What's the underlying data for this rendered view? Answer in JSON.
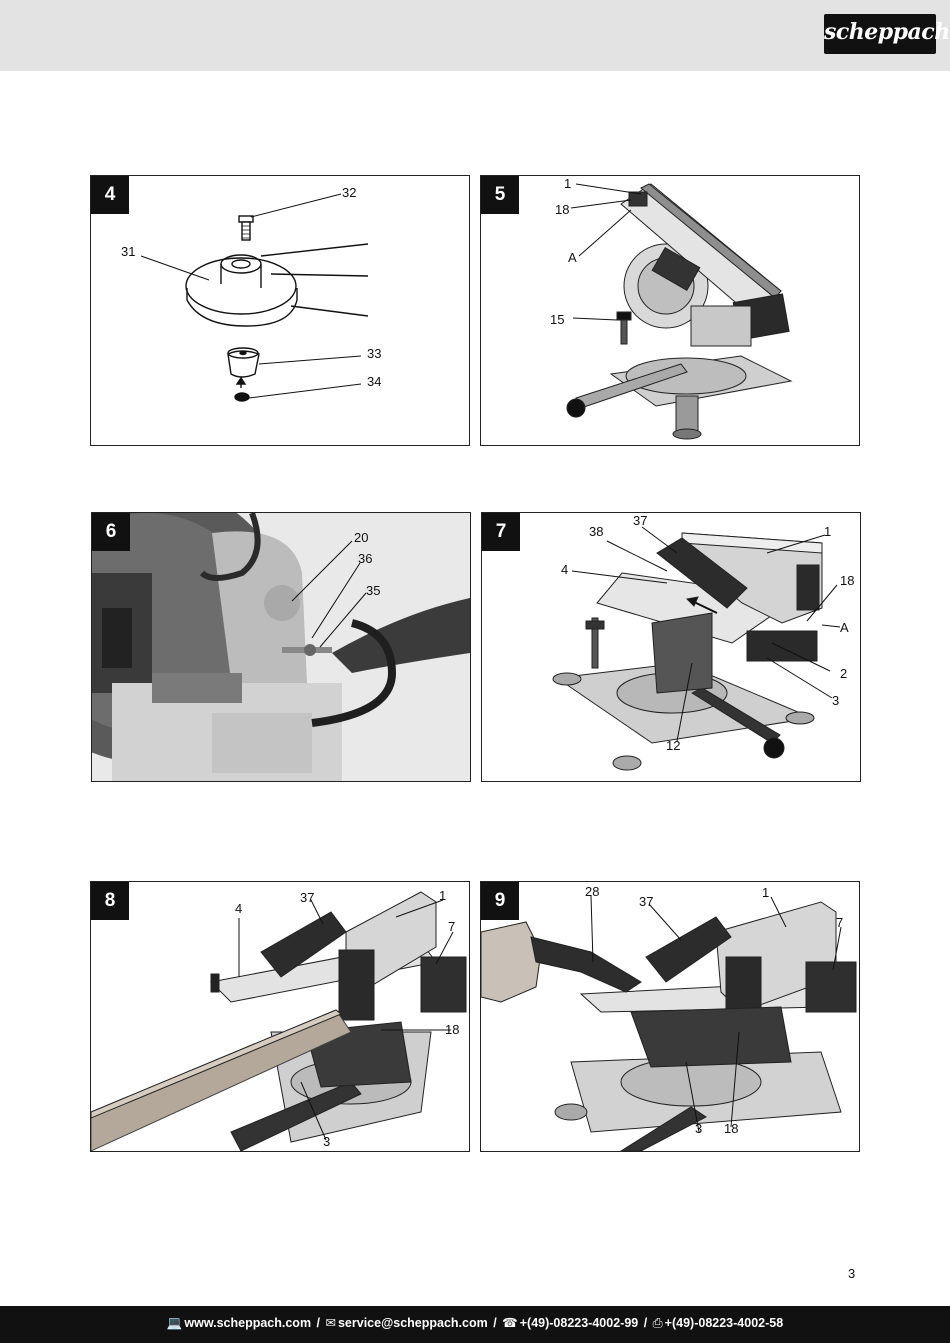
{
  "brand": {
    "logo_text": "scheppach"
  },
  "page_number": "3",
  "footer": {
    "website": "www.scheppach.com",
    "sep1": " / ",
    "email": "service@scheppach.com",
    "sep2": " / ",
    "phone": "+(49)-08223-4002-99",
    "sep3": " / ",
    "fax": "+(49)-08223-4002-58",
    "icons": [
      "computer-icon",
      "mail-icon",
      "phone-icon",
      "fax-icon"
    ]
  },
  "figures": {
    "f4": {
      "number": "4",
      "labels": {
        "l32": "32",
        "l31": "31",
        "l33": "33",
        "l34": "34"
      }
    },
    "f5": {
      "number": "5",
      "labels": {
        "l1": "1",
        "l18": "18",
        "lA": "A",
        "l15": "15"
      }
    },
    "f6": {
      "number": "6",
      "labels": {
        "l20": "20",
        "l36": "36",
        "l35": "35"
      }
    },
    "f7": {
      "number": "7",
      "labels": {
        "l37": "37",
        "l38": "38",
        "l1": "1",
        "l4": "4",
        "l18": "18",
        "lA": "A",
        "l2": "2",
        "l3": "3",
        "l12": "12"
      }
    },
    "f8": {
      "number": "8",
      "labels": {
        "l37": "37",
        "l1": "1",
        "l4": "4",
        "l7": "7",
        "l18": "18",
        "l3": "3"
      }
    },
    "f9": {
      "number": "9",
      "labels": {
        "l28": "28",
        "l37": "37",
        "l1": "1",
        "l7": "7",
        "l3": "3",
        "l18": "18"
      }
    }
  }
}
